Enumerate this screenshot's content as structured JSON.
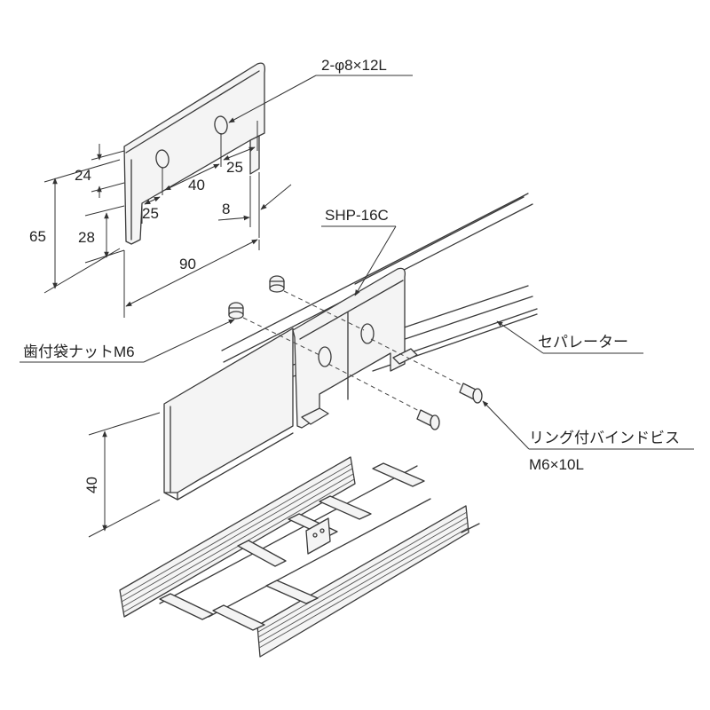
{
  "labels": {
    "hole_spec": "2-φ8×12L",
    "part_name": "SHP-16C",
    "nut": "歯付袋ナットM6",
    "separator": "セパレーター",
    "screw_name": "リング付バインドビス",
    "screw_size": "M6×10L"
  },
  "dimensions": {
    "d24": "24",
    "d25_top": "25",
    "d40": "40",
    "d25_bottom": "25",
    "d8": "8",
    "d65": "65",
    "d28": "28",
    "d90": "90",
    "d40_height": "40"
  },
  "colors": {
    "line": "#3a3a3a",
    "fill": "#f4f4f4",
    "text": "#222222"
  }
}
